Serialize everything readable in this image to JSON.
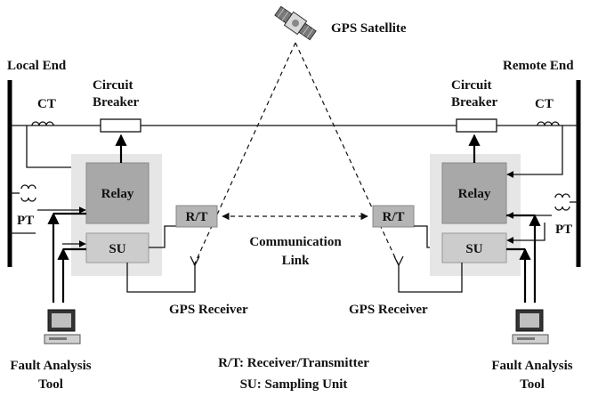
{
  "labels": {
    "gps_satellite": "GPS Satellite",
    "local_end": "Local End",
    "remote_end": "Remote End",
    "ct": "CT",
    "pt": "PT",
    "circuit_breaker_line1": "Circuit",
    "circuit_breaker_line2": "Breaker",
    "relay": "Relay",
    "su": "SU",
    "rt": "R/T",
    "communication_link_line1": "Communication",
    "communication_link_line2": "Link",
    "gps_receiver": "GPS Receiver",
    "fault_tool_line1": "Fault Analysis",
    "fault_tool_line2": "Tool"
  },
  "legend": [
    "R/T: Receiver/Transmitter",
    "SU: Sampling Unit"
  ],
  "colors": {
    "panel": "#e6e6e6",
    "block": "#a8a8a8",
    "su_block": "#cccccc",
    "rt_block": "#b5b5b5"
  }
}
